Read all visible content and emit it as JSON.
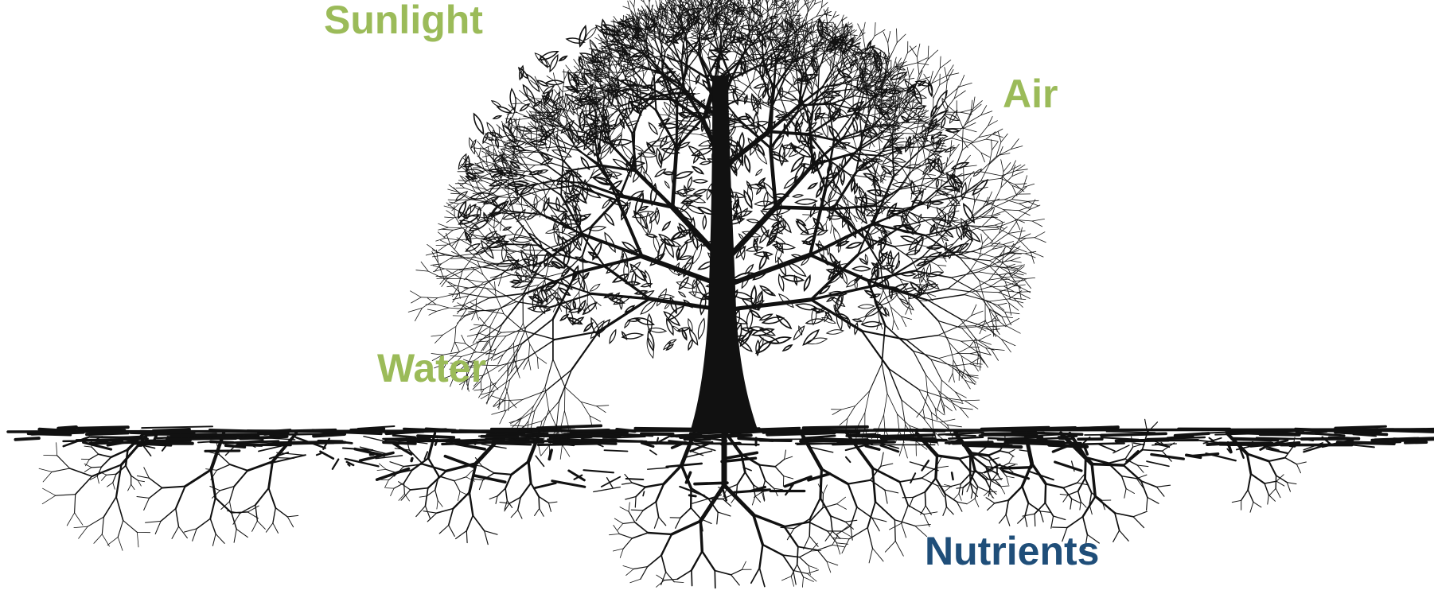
{
  "labels": {
    "sunlight": "Sunlight",
    "air": "Air",
    "water": "Water",
    "nutrients": "Nutrients"
  },
  "colors": {
    "sunlight": "#9bbb59",
    "air": "#9bbb59",
    "water": "#9bbb59",
    "nutrients": "#1f4e79",
    "ink": "#111111",
    "background": "#ffffff"
  }
}
